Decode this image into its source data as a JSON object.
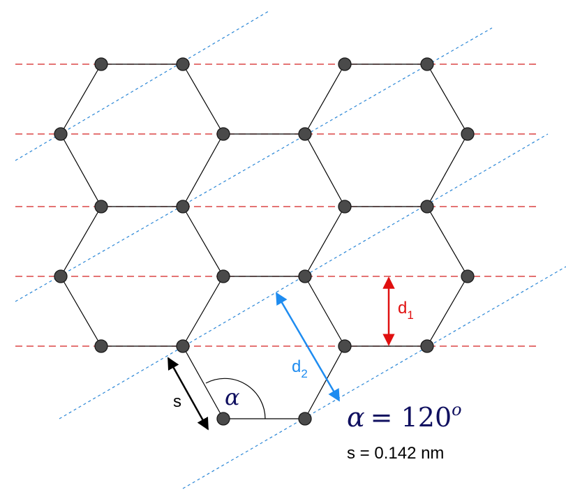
{
  "colors": {
    "background": "#ffffff",
    "bond": "#000000",
    "atom_fill": "#4a4a4a",
    "atom_stroke": "#1a1a1a",
    "horizontal_guides": "#d42020",
    "diagonal_guides": "#2a86d6",
    "d1_arrow": "#e01010",
    "d2_arrow": "#1e8cf0",
    "s_arrow": "#000000",
    "alpha_text": "#101060"
  },
  "labels": {
    "d1_main": "d",
    "d1_sub": "1",
    "d2_main": "d",
    "d2_sub": "2",
    "s": "s",
    "alpha": "α",
    "equation_lhs": "α",
    "equation_eq": "= 120",
    "equation_sup": "o",
    "s_value": "s = 0.142 nm"
  }
}
